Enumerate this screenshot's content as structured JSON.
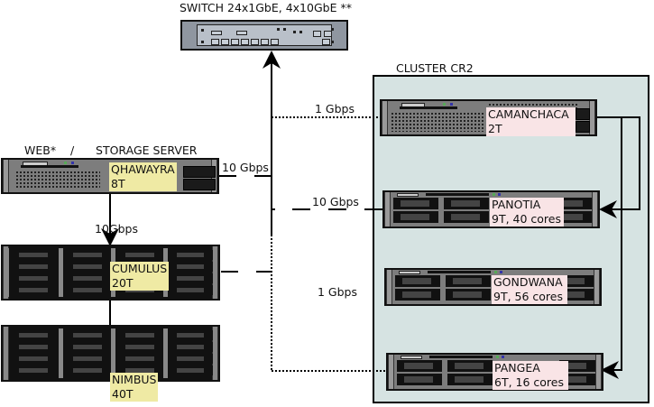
{
  "switch": {
    "title": "SWITCH   24x1GbE, 4x10GbE **",
    "icon": "network-switch-icon"
  },
  "storage_group": {
    "title": "WEB*    /      STORAGE SERVER"
  },
  "cluster": {
    "title": "CLUSTER CR2",
    "background": "#d6e3e2"
  },
  "servers": {
    "qhawayra": {
      "name": "QHAWAYRA",
      "detail": "8T",
      "label_color": "#efeaa4"
    },
    "cumulus": {
      "name": "CUMULUS",
      "detail": "20T",
      "label_color": "#efeaa4"
    },
    "nimbus": {
      "name": "NIMBUS",
      "detail": "40T",
      "label_color": "#efeaa4"
    },
    "camanchaca": {
      "name": "CAMANCHACA",
      "detail": "2T",
      "label_color": "#f9e4e6"
    },
    "panotia": {
      "name": "PANOTIA",
      "detail": "9T, 40 cores",
      "label_color": "#f9e4e6"
    },
    "gondwana": {
      "name": "GONDWANA",
      "detail": "9T, 56 cores",
      "label_color": "#f9e4e6"
    },
    "pangea": {
      "name": "PANGEA",
      "detail": "6T, 16 cores",
      "label_color": "#f9e4e6"
    }
  },
  "links": {
    "qhawayra_switch": "10 Gbps",
    "qhawayra_cumulus": "10Gbps",
    "camanchaca_switch": "1 Gbps",
    "panotia_switch": "10 Gbps",
    "pangea_switch": "1 Gbps"
  }
}
